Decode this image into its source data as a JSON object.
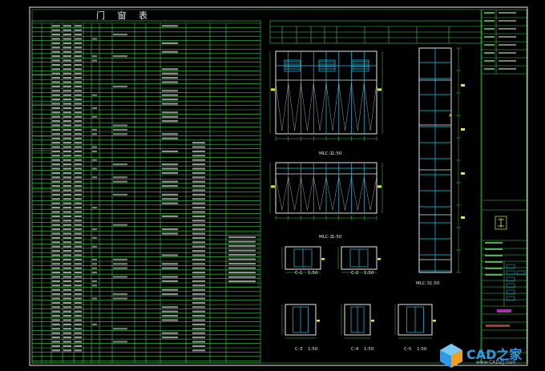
{
  "sheet": {
    "title": "门 窗 表",
    "tag_a": "A"
  },
  "elevations": {
    "large_1": {
      "label": "MLC-1",
      "scale": "1:50"
    },
    "large_2": {
      "label": "MLC-2",
      "scale": "1:50"
    },
    "tall": {
      "label": "MLC-3",
      "scale": "1:50"
    },
    "small_1": {
      "label": "C-1",
      "scale": "1:50"
    },
    "small_2": {
      "label": "C-2",
      "scale": "1:50"
    },
    "small_3": {
      "label": "C-3",
      "scale": "1:50"
    },
    "small_4": {
      "label": "C-4",
      "scale": "1:50"
    },
    "small_5": {
      "label": "C-5",
      "scale": "1:50"
    }
  },
  "watermark": {
    "text": "CAD之家",
    "sub": "www.CADZJ.com"
  }
}
